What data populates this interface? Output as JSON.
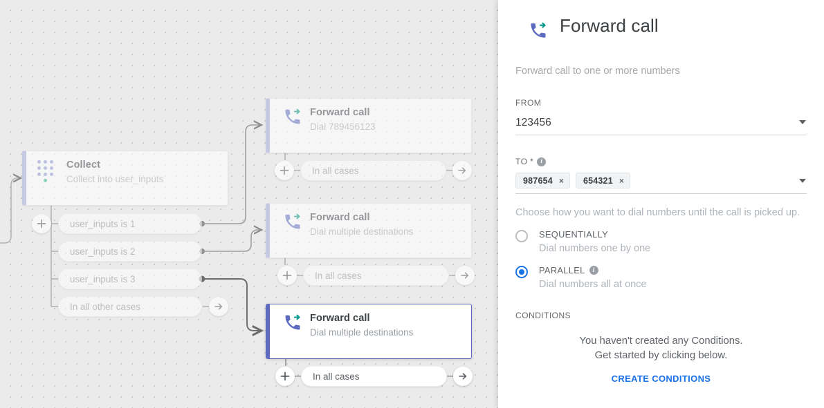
{
  "canvas": {
    "nodes": [
      {
        "id": "collect",
        "icon": "dialpad-icon",
        "title": "Collect",
        "subtitle": "Collect into user_inputs",
        "selected": false
      },
      {
        "id": "forward-1",
        "icon": "forward-call-icon",
        "title": "Forward call",
        "subtitle": "Dial 789456123",
        "selected": false
      },
      {
        "id": "forward-2",
        "icon": "forward-call-icon",
        "title": "Forward call",
        "subtitle": "Dial multiple destinations",
        "selected": false
      },
      {
        "id": "forward-3",
        "icon": "forward-call-icon",
        "title": "Forward call",
        "subtitle": "Dial multiple destinations",
        "selected": true
      }
    ],
    "branches": [
      {
        "id": "branch-1",
        "label": "user_inputs is 1"
      },
      {
        "id": "branch-2",
        "label": "user_inputs is 2"
      },
      {
        "id": "branch-3",
        "label": "user_inputs is 3"
      },
      {
        "id": "branch-other",
        "label": "In all other cases"
      }
    ],
    "case_pills": [
      {
        "id": "case-1",
        "label": "In all cases"
      },
      {
        "id": "case-2",
        "label": "In all cases"
      },
      {
        "id": "case-3",
        "label": "In all cases"
      }
    ],
    "buttons": {
      "add": "+",
      "goto": "→"
    },
    "colors": {
      "background": "#ebebeb",
      "dot": "#c4c4c4",
      "node_accent": "#aeb6dd",
      "selected_accent": "#5c6bc0",
      "edge": "#9e9e9e",
      "dialpad_dot": "#a3aadd",
      "dialpad_active_dot": "#4fc3a1"
    }
  },
  "panel": {
    "icon": "forward-call-icon",
    "title": "Forward call",
    "description": "Forward call to one or more numbers",
    "from": {
      "label": "FROM",
      "value": "123456",
      "caret": "chevron-down-icon"
    },
    "to": {
      "label": "TO *",
      "info_icon": "info-icon",
      "chips": [
        {
          "value": "987654",
          "remove": "×"
        },
        {
          "value": "654321",
          "remove": "×"
        }
      ],
      "caret": "chevron-down-icon"
    },
    "dial_hint": "Choose how you want to dial numbers until the call is picked up.",
    "dial_options": [
      {
        "id": "sequentially",
        "label": "SEQUENTIALLY",
        "sub": "Dial numbers one by one",
        "selected": false,
        "info": false
      },
      {
        "id": "parallel",
        "label": "PARALLEL",
        "sub": "Dial numbers all at once",
        "selected": true,
        "info": true
      }
    ],
    "conditions": {
      "label": "CONDITIONS",
      "empty_line1": "You haven't created any Conditions.",
      "empty_line2": "Get started by clicking below.",
      "cta": "CREATE CONDITIONS"
    },
    "colors": {
      "accent": "#1a73e8",
      "text": "#3c4043",
      "muted": "#aeb4ba"
    }
  }
}
